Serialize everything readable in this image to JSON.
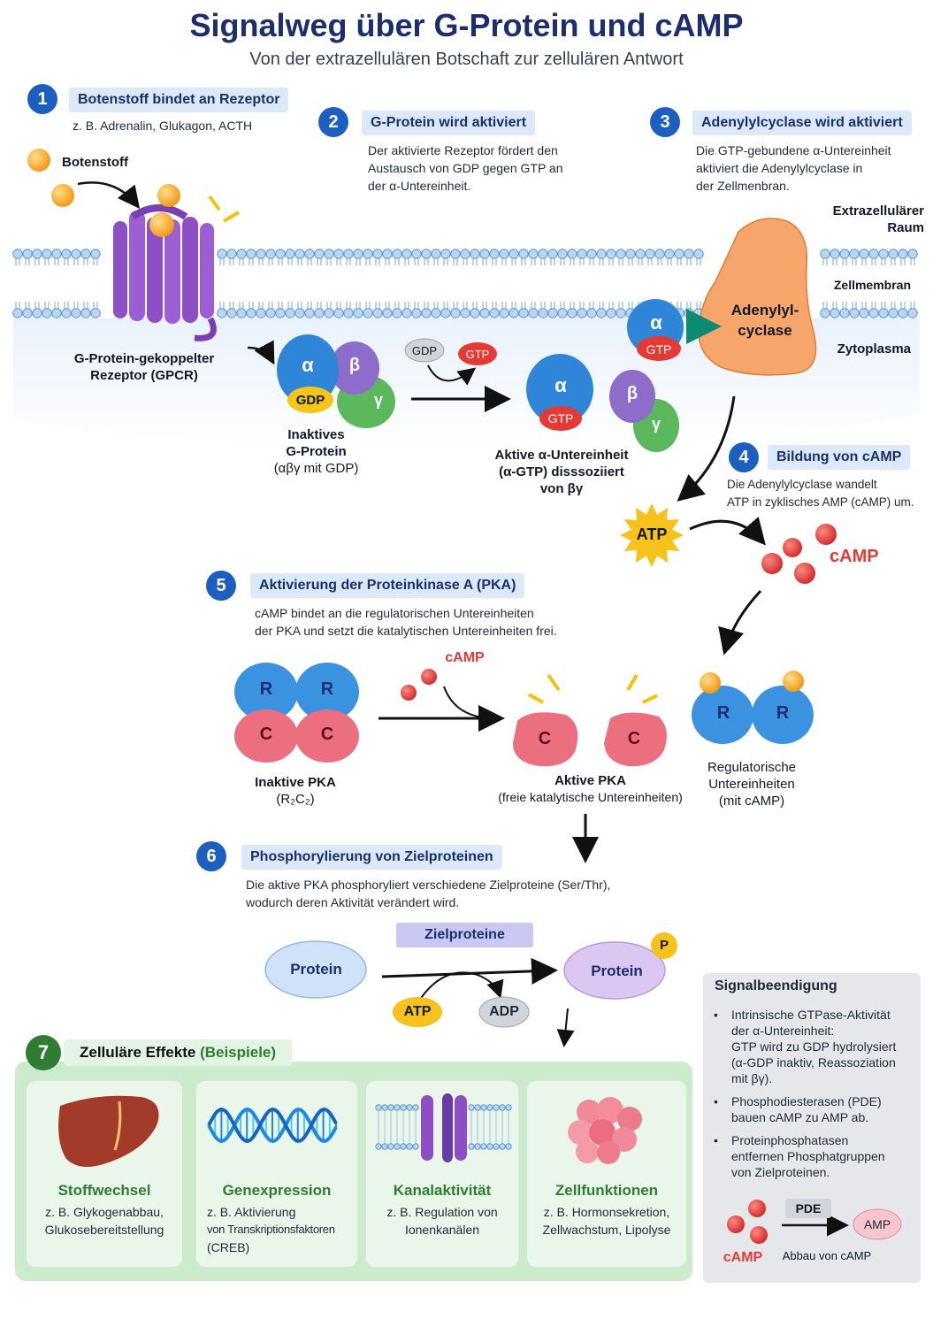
{
  "title": "Signalweg über G-Protein und cAMP",
  "subtitle": "Von der extrazellulären Botschaft zur zellulären Antwort",
  "steps": [
    {
      "num": "1",
      "label": "Botenstoff bindet an Rezeptor",
      "desc": "z. B. Adrenalin, Glukagon, ACTH"
    },
    {
      "num": "2",
      "label": "G-Protein wird aktiviert",
      "desc": [
        "Der aktivierte Rezeptor fördert den",
        "Austausch von GDP gegen GTP an",
        "der α-Untereinheit."
      ]
    },
    {
      "num": "3",
      "label": "Adenylylcyclase wird aktiviert",
      "desc": [
        "Die GTP-gebundene α-Untereinheit",
        "aktiviert die Adenylylcyclase in",
        "der Zellmenbran."
      ]
    },
    {
      "num": "4",
      "label": "Bildung von cAMP",
      "desc": [
        "Die Adenylylcyclase wandelt",
        "ATP in zyklisches AMP (cAMP) um."
      ]
    },
    {
      "num": "5",
      "label": "Aktivierung der Proteinkinase A (PKA)",
      "desc": [
        "cAMP bindet an die regulatorischen Untereinheiten",
        "der PKA und setzt die katalytischen Untereinheiten frei."
      ]
    },
    {
      "num": "6",
      "label": "Phosphorylierung von Zielproteinen",
      "desc": [
        "Die aktive PKA phosphoryliert verschiedene Zielproteine (Ser/Thr),",
        "wodurch deren Aktivität verändert wird."
      ]
    },
    {
      "num": "7",
      "label": "Zelluläre Effekte",
      "label_suffix": "(Beispiele)"
    }
  ],
  "membrane": {
    "extracellular": [
      "Extrazellulärer",
      "Raum"
    ],
    "membrane": "Zellmembran",
    "cytoplasm": "Zytoplasma"
  },
  "labels": {
    "botenstoff": "Botenstoff",
    "gpcr": [
      "G-Protein-gekoppelter",
      "Rezeptor (GPCR)"
    ],
    "inactive_g": [
      "Inaktives",
      "G-Protein",
      "(αβγ mit GDP)"
    ],
    "active_alpha": [
      "Aktive α-Untereinheit",
      "(α-GTP) disssoziiert",
      "von βγ"
    ],
    "adenylyl": [
      "Adenylyl-",
      "cyclase"
    ],
    "alpha": "α",
    "beta": "β",
    "gamma": "γ",
    "gdp": "GDP",
    "gtp": "GTP",
    "atp": "ATP",
    "adp": "ADP",
    "camp": "cAMP",
    "r": "R",
    "c": "C",
    "p": "P",
    "inactive_pka": [
      "Inaktive PKA",
      "(R₂C₂)"
    ],
    "active_pka": [
      "Aktive PKA",
      "(freie katalytische Untereinheiten)"
    ],
    "reg_units": [
      "Regulatorische",
      "Untereinheiten",
      "(mit cAMP)"
    ],
    "protein": "Protein",
    "zielproteine": "Zielproteine"
  },
  "effects": [
    {
      "title": "Stoffwechsel",
      "desc": [
        "z. B. Glykogenabbau,",
        "Glukosebereitstellung"
      ],
      "icon": "liver-icon"
    },
    {
      "title": "Genexpression",
      "desc": [
        "z. B. Aktivierung",
        "von Transkriptionsfaktoren",
        "(CREB)"
      ],
      "icon": "dna-icon"
    },
    {
      "title": "Kanalaktivität",
      "desc": [
        "z. B. Regulation von",
        "Ionenkanälen"
      ],
      "icon": "channel-icon"
    },
    {
      "title": "Zellfunktionen",
      "desc": [
        "z. B. Hormonsekretion,",
        "Zellwachstum, Lipolyse"
      ],
      "icon": "cells-icon"
    }
  ],
  "termination": {
    "title": "Signalbeendigung",
    "items": [
      [
        "Intrinsische GTPase-Aktivität",
        "der α-Untereinheit:",
        "GTP wird zu GDP hydrolysiert",
        "(α-GDP inaktiv, Reassoziation",
        "mit βγ)."
      ],
      [
        "Phosphodiesterasen (PDE)",
        "bauen cAMP zu AMP ab."
      ],
      [
        "Proteinphosphatasen",
        "entfernen Phosphatgruppen",
        "von Zielproteinen."
      ]
    ],
    "pde": "PDE",
    "amp": "AMP",
    "camp": "cAMP",
    "caption": "Abbau von cAMP"
  },
  "colors": {
    "blue": "#1d5fbf",
    "alpha": "#2f86d9",
    "beta": "#8e6cc9",
    "gamma": "#5cb85c",
    "gdp": "#f5c518",
    "gtp": "#e53935",
    "camp": "#e53935",
    "pka_c": "#ec6f7f",
    "adenylyl": "#f6a66a",
    "receptor": "#8e4fc4"
  }
}
